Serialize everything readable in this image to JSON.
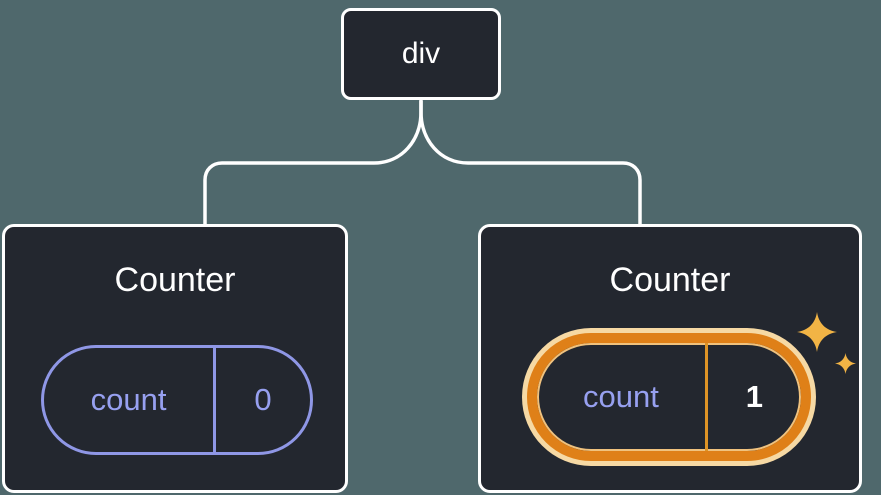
{
  "diagram": {
    "root": {
      "label": "div"
    },
    "counter_left": {
      "title": "Counter",
      "state_key": "count",
      "state_value": "0",
      "highlighted": false
    },
    "counter_right": {
      "title": "Counter",
      "state_key": "count",
      "state_value": "1",
      "highlighted": true
    }
  },
  "colors": {
    "background": "#4f686c",
    "node_background": "#23272f",
    "node_border": "#ffffff",
    "connector_line": "#ffffff",
    "state_accent_purple": "#8f97e6",
    "state_text_purple": "#97a0f0",
    "highlight_orange": "#df8018",
    "highlight_glow": "#f6d9a4",
    "highlight_divider": "#de9426",
    "highlight_value_color": "#ffffff",
    "sparkle_gold": "#f2b445"
  }
}
